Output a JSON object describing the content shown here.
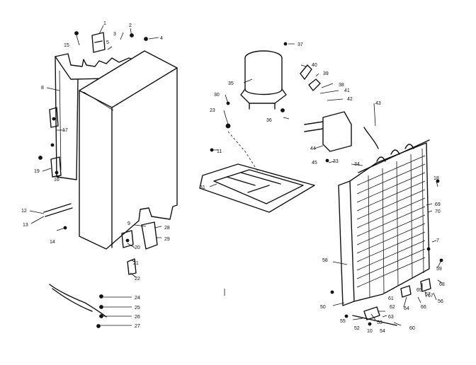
{
  "callouts": {
    "c1": "1",
    "c2": "2",
    "c3": "3",
    "c4": "4",
    "c5": "5",
    "c7": "7",
    "c8": "8",
    "c9": "9",
    "c10": "10",
    "c11": "11",
    "c12": "12",
    "c13": "13",
    "c14": "14",
    "c15": "15",
    "c16": "16",
    "c17": "17",
    "c18": "18",
    "c19": "19",
    "c20": "20",
    "c21": "21",
    "c22": "22",
    "c23": "23",
    "c24": "24",
    "c25": "25",
    "c26": "26",
    "c27": "27",
    "c28": "28",
    "c29": "29",
    "c30": "30",
    "c31": "31",
    "c33": "33",
    "c34": "34",
    "c35": "35",
    "c36": "36",
    "c37": "37",
    "c38": "38",
    "c39": "39",
    "c40": "40",
    "c41": "41",
    "c42": "42",
    "c43": "43",
    "c44": "44",
    "c45": "45",
    "c50": "50",
    "c52": "52",
    "c53": "53",
    "c54": "54",
    "c55": "55",
    "c56": "56",
    "c57": "57",
    "c58": "58",
    "c59": "59",
    "c60": "60",
    "c61": "61",
    "c62": "62",
    "c63": "63",
    "c64": "64",
    "c65": "65",
    "c66": "66",
    "c67": "67",
    "c68": "68",
    "c69": "69",
    "c70": "70"
  }
}
